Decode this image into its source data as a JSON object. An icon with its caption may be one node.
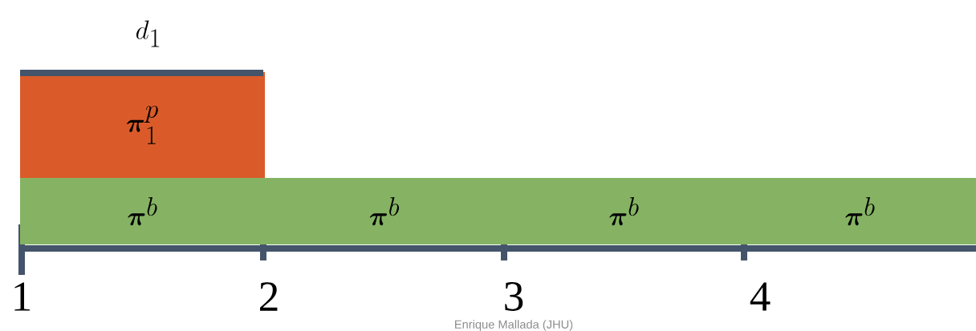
{
  "diagram": {
    "nodes": [
      {
        "text": [
          "\\boldsymbol{\\pi}_1^p"
        ]
      },
      {
        "text": [
          "\\boldsymbol{\\pi}^b"
        ]
      },
      {
        "text": [
          "\\boldsymbol{\\pi}^b"
        ]
      },
      {
        "text": [
          "\\boldsymbol{\\pi}^b"
        ]
      },
      {
        "text": [
          "\\boldsymbol{\\pi}^b"
        ]
      }
    ],
    "labels": [
      "d_1",
      "1",
      "2",
      "3",
      "4",
      "Enrique Mallada (JHU)"
    ]
  }
}
